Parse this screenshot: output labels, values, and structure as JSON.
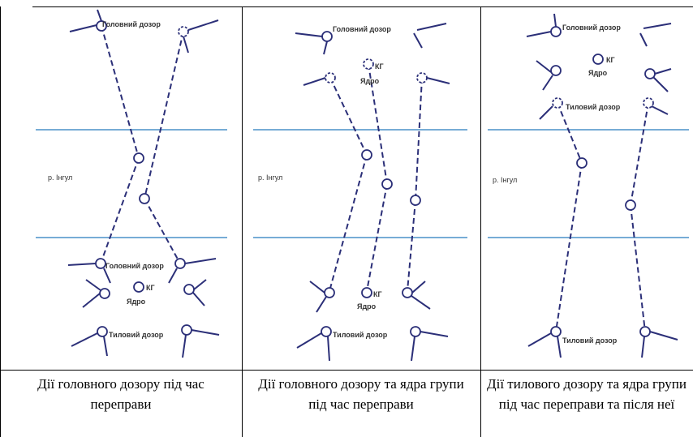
{
  "panels": [
    {
      "caption": "Дії головного дозору під час переправи",
      "river_label": "р. Інгул",
      "labels": {
        "head_top": "Головний дозор",
        "head_bottom": "Головний дозор",
        "kg": "КГ",
        "core": "Ядро",
        "rear": "Тиловий дозор"
      }
    },
    {
      "caption": "Дії головного дозору та ядра групи під час переправи",
      "river_label": "р. Інгул",
      "labels": {
        "head_top": "Головний дозор",
        "kg_top": "КГ",
        "core_top": "Ядро",
        "kg_bottom": "КГ",
        "core_bottom": "Ядро",
        "rear": "Тиловий дозор"
      }
    },
    {
      "caption": "Дії тилового дозору та ядра групи під час переправи та після неї",
      "river_label": "р. Інгул",
      "labels": {
        "head_top": "Головний дозор",
        "kg": "КГ",
        "core": "Ядро",
        "rear_top": "Тиловий дозор",
        "rear_bottom": "Тиловий дозор"
      }
    }
  ],
  "colors": {
    "river": "#4a90c8",
    "route": "#2b2f78"
  }
}
